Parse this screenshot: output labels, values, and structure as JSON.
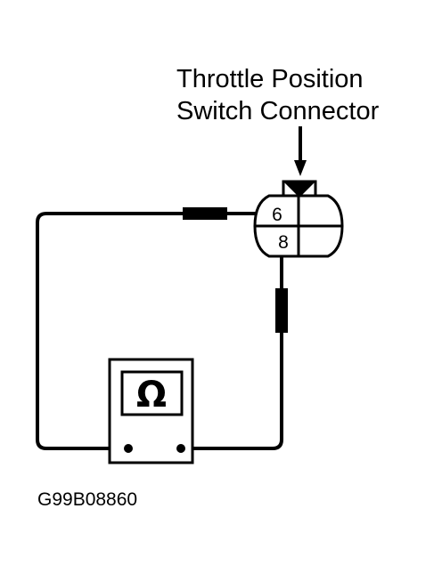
{
  "diagram": {
    "connector_label_line1": "Throttle Position",
    "connector_label_line2": "Switch Connector",
    "pin_top": "6",
    "pin_bottom": "8",
    "meter_symbol": "Ω",
    "figure_code": "G99B08860",
    "line_color": "#000000",
    "background_color": "#ffffff",
    "icons": [
      "ohmmeter-icon",
      "connector-pointer-arrow-icon"
    ]
  }
}
